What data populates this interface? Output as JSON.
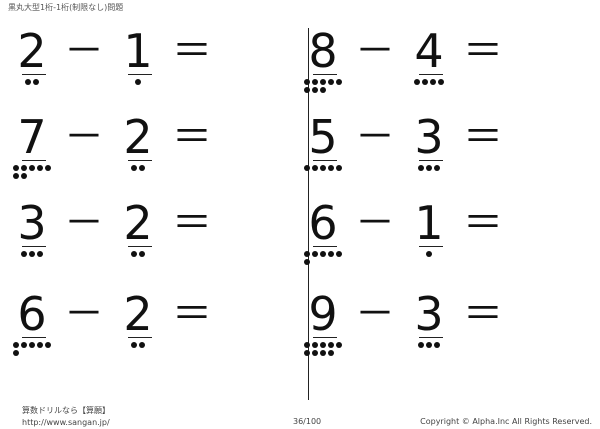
{
  "header": {
    "title": "黒丸大型1桁-1桁(制限なし)問題"
  },
  "symbols": {
    "minus": "－",
    "equals": "＝"
  },
  "problems": [
    {
      "a": "2",
      "b": "1"
    },
    {
      "a": "7",
      "b": "2"
    },
    {
      "a": "3",
      "b": "2"
    },
    {
      "a": "6",
      "b": "2"
    },
    {
      "a": "8",
      "b": "4"
    },
    {
      "a": "5",
      "b": "3"
    },
    {
      "a": "6",
      "b": "1"
    },
    {
      "a": "9",
      "b": "3"
    }
  ],
  "footer": {
    "brand": "算数ドリルなら【算願】",
    "url": "http://www.sangan.jp/",
    "page": "36/100",
    "copyright": "Copyright © Alpha.Inc All Rights Reserved."
  },
  "colors": {
    "ink": "#111111"
  }
}
